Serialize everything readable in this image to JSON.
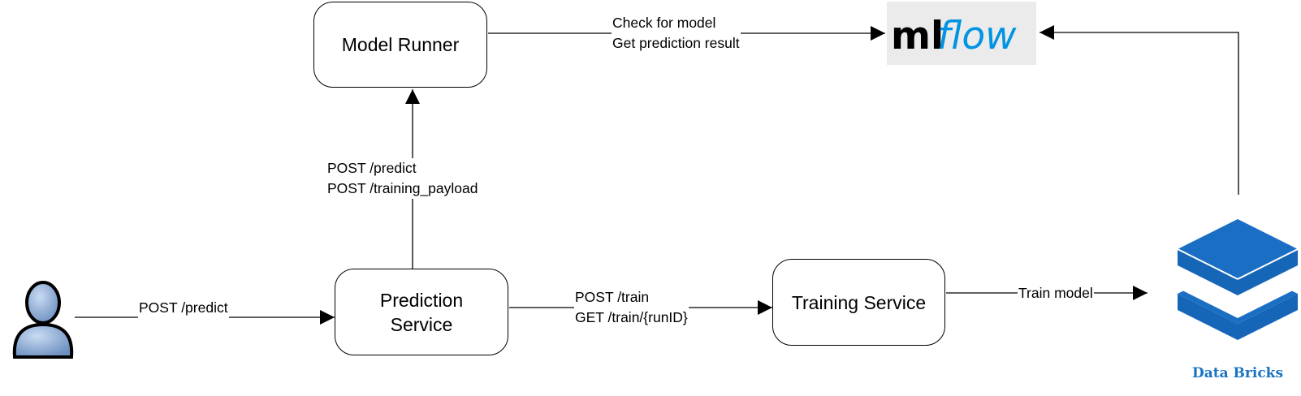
{
  "nodes": {
    "model_runner": "Model Runner",
    "prediction_service": {
      "line1": "Prediction",
      "line2": "Service"
    },
    "training_service": "Training Service"
  },
  "edges": {
    "user_to_prediction": "POST /predict",
    "prediction_to_runner": {
      "line1": "POST /predict",
      "line2": "POST /training_payload"
    },
    "runner_to_mlflow": {
      "line1": "Check for model",
      "line2": "Get prediction result"
    },
    "prediction_to_training": {
      "line1": "POST /train",
      "line2": "GET /train/{runID}"
    },
    "training_to_databricks": "Train model"
  },
  "logos": {
    "mlflow": {
      "text_ml": "ml",
      "text_flow": "flow",
      "ml_color": "#000000",
      "flow_color": "#0194e2"
    },
    "databricks": {
      "label": "Data Bricks",
      "color": "#1a73c2"
    }
  },
  "icons": [
    "user-icon",
    "mlflow-logo",
    "databricks-icon"
  ]
}
